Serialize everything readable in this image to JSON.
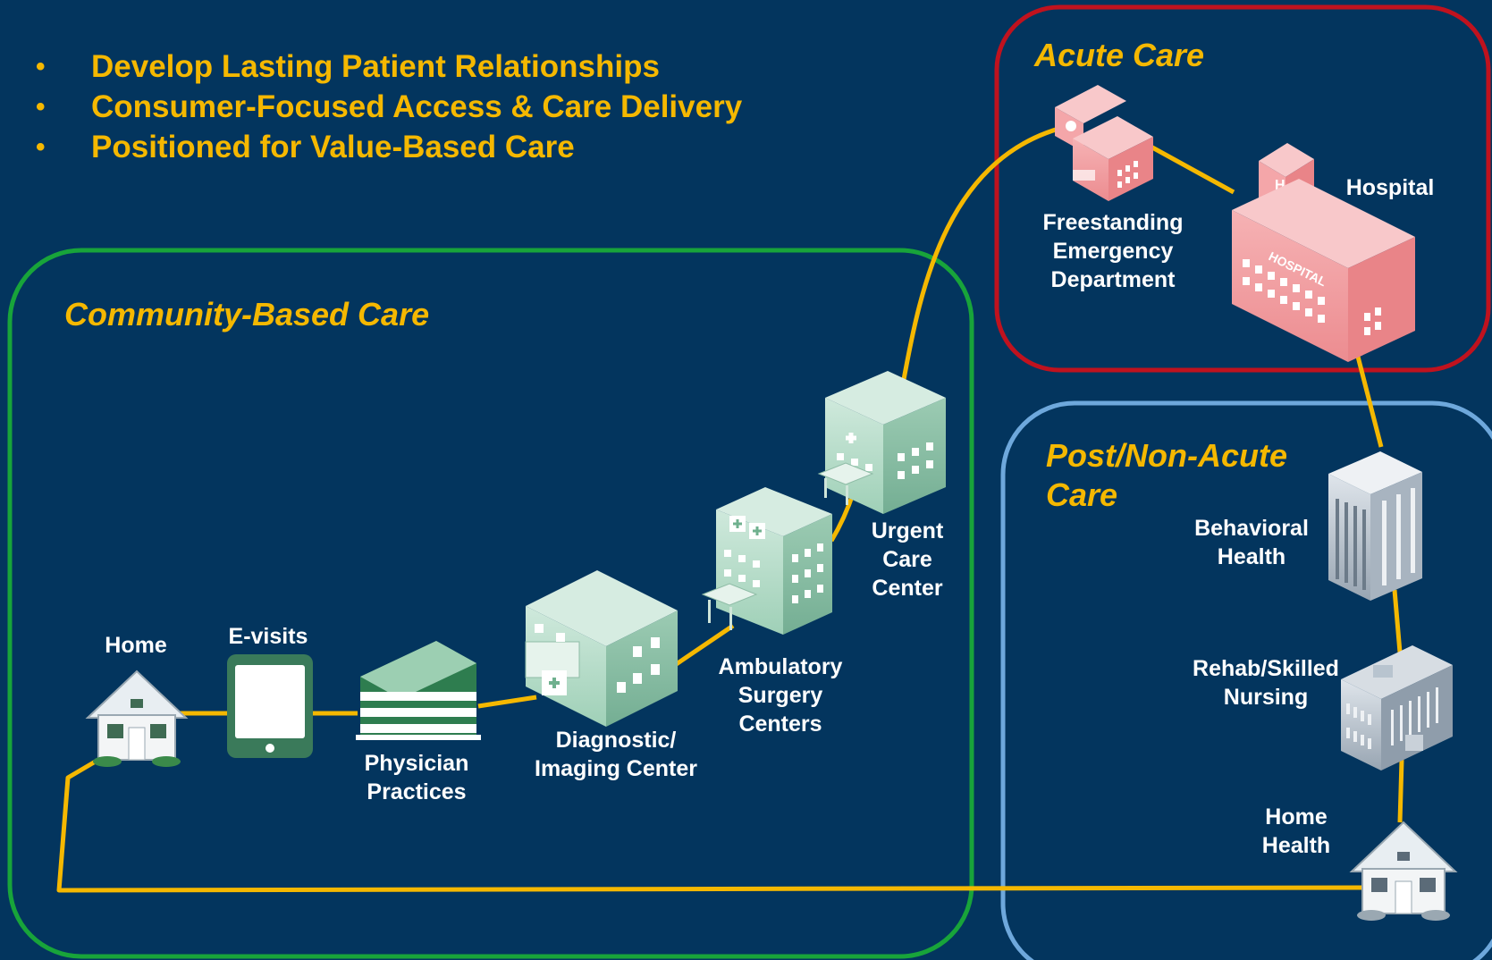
{
  "bullets": [
    "Develop Lasting Patient Relationships",
    "Consumer-Focused Access & Care Delivery",
    "Positioned for Value-Based Care"
  ],
  "regions": {
    "community": {
      "title": "Community-Based Care",
      "color": "#18a43a"
    },
    "acute": {
      "title": "Acute Care",
      "color": "#c0121e"
    },
    "post_acute": {
      "title": "Post/Non-Acute\nCare",
      "color": "#6ea8dc"
    }
  },
  "nodes": {
    "home": {
      "label": "Home",
      "icon": "house-icon"
    },
    "evisits": {
      "label": "E-visits",
      "icon": "tablet-icon"
    },
    "physician": {
      "label": "Physician\nPractices",
      "icon": "office-building-icon"
    },
    "diagnostic": {
      "label": "Diagnostic/\nImaging Center",
      "icon": "diagnostic-center-icon"
    },
    "ambulatory": {
      "label": "Ambulatory\nSurgery\nCenters",
      "icon": "surgery-center-icon"
    },
    "urgent": {
      "label": "Urgent\nCare\nCenter",
      "icon": "urgent-care-icon"
    },
    "freestanding_ed": {
      "label": "Freestanding\nEmergency\nDepartment",
      "icon": "emergency-department-icon"
    },
    "hospital": {
      "label": "Hospital",
      "icon": "hospital-icon",
      "sign": "HOSPITAL",
      "roof_mark": "H"
    },
    "behavioral": {
      "label": "Behavioral\nHealth",
      "icon": "tower-building-icon"
    },
    "rehab": {
      "label": "Rehab/Skilled\nNursing",
      "icon": "nursing-facility-icon"
    },
    "home_health": {
      "label": "Home\nHealth",
      "icon": "house-icon"
    }
  },
  "colors": {
    "background": "#03355e",
    "path": "#f5b800",
    "community_building": "#a8d8c0",
    "acute_building": "#f08a8e",
    "post_building": "#b8c4cf"
  }
}
